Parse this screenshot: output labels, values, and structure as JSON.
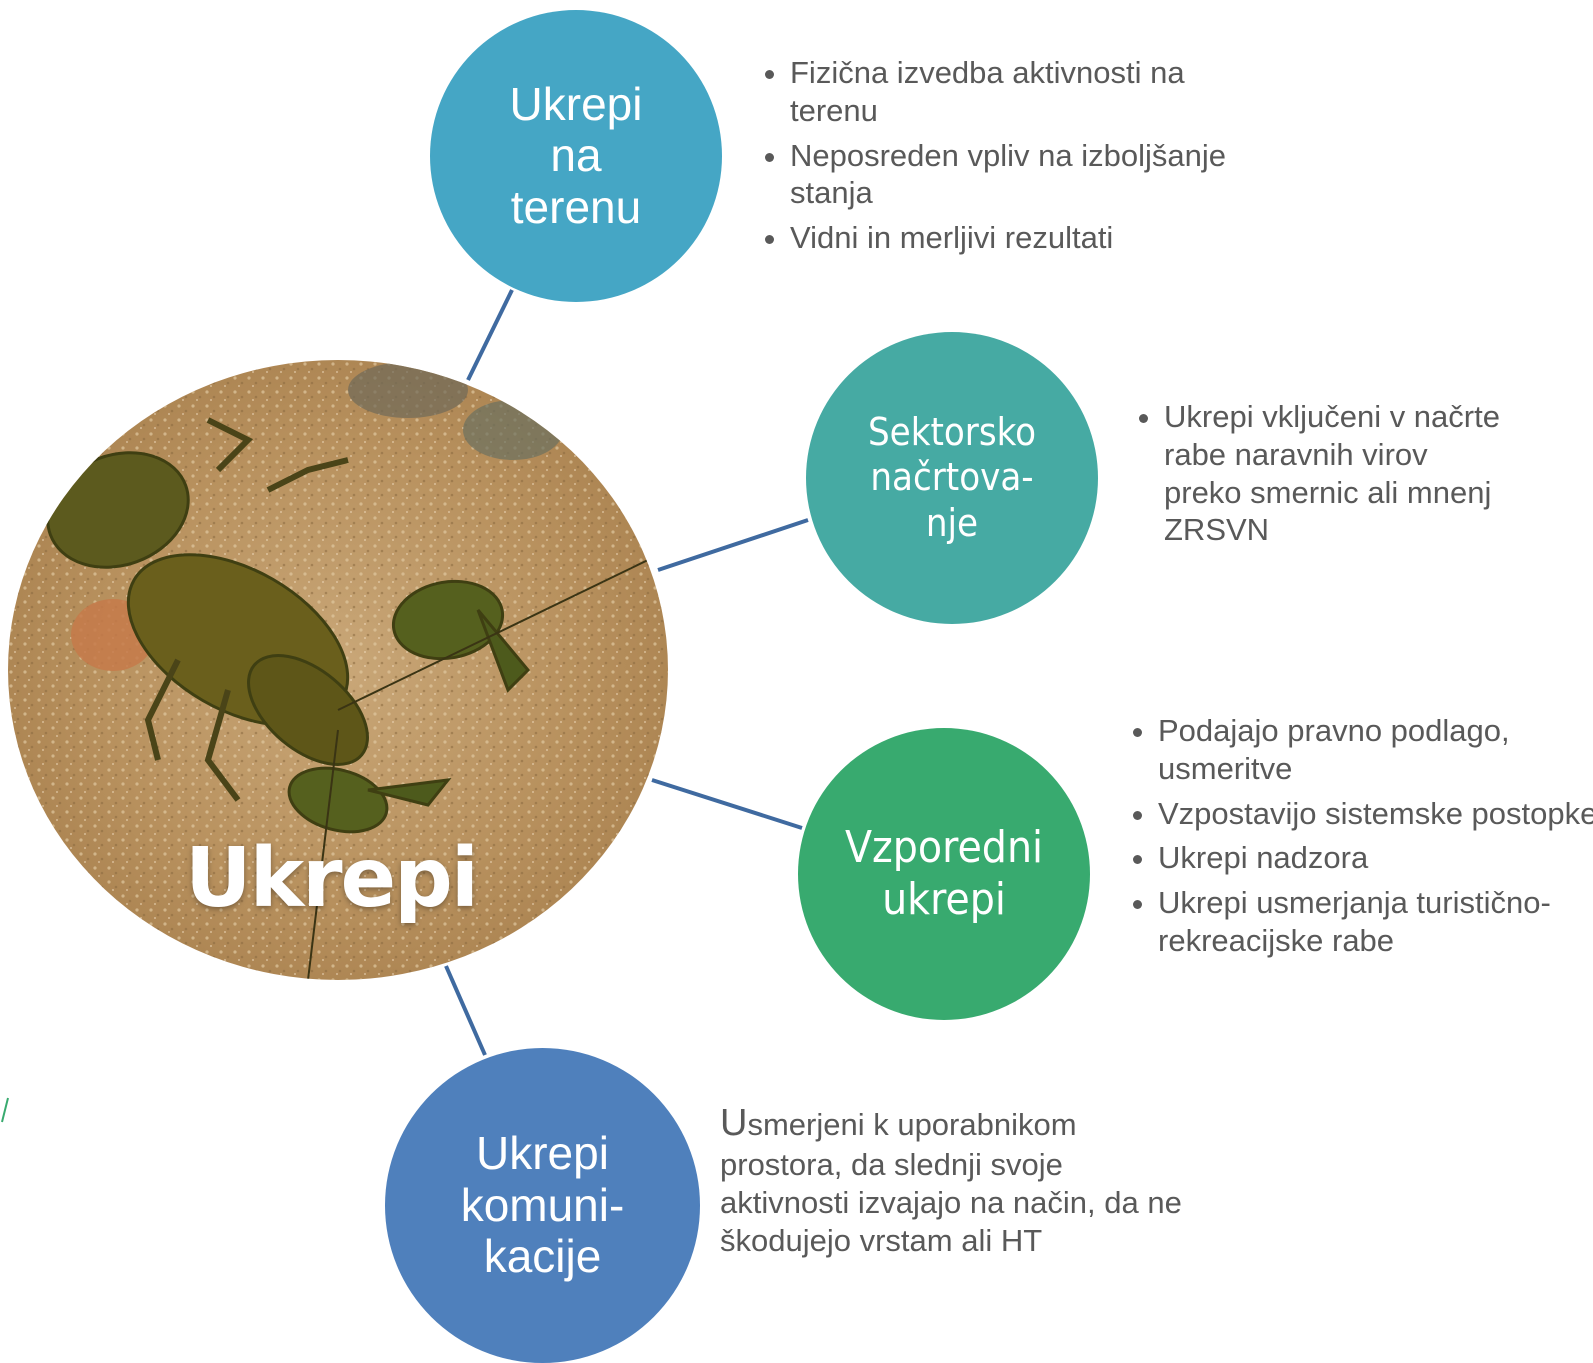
{
  "center": {
    "label": "Ukrepi",
    "image": "crayfish on sandy riverbed"
  },
  "nodes": [
    {
      "label": "Ukrepi\nna\nterenu",
      "color": "#45a6c5"
    },
    {
      "label": "Sektorsko\nnačrtova-\nnje",
      "color": "#46aaa3"
    },
    {
      "label": "Vzporedni\nukrepi",
      "color": "#38aa6f"
    },
    {
      "label": "Ukrepi\nkomuni-\nkacije",
      "color": "#4f80bc"
    }
  ],
  "details": {
    "ukrepi_na_terenu": [
      "Fizična izvedba aktivnosti na terenu",
      "Neposreden vpliv na izboljšanje stanja",
      "Vidni in merljivi rezultati"
    ],
    "sektorsko_nacrtovanje": [
      "Ukrepi vključeni v načrte\nrabe naravnih virov\npreko smernic ali mnenj\nZRSVN"
    ],
    "vzporedni_ukrepi": [
      "Podajajo pravno podlago, usmeritve",
      "Vzpostavijo sistemske postopke",
      "Ukrepi nadzora",
      "Ukrepi usmerjanja turistično-rekreacijske rabe"
    ],
    "ukrepi_komunikacije": {
      "first_letter": "U",
      "text": "smerjeni k uporabnikom prostora, da slednji svoje aktivnosti izvajajo na način, da ne škodujejo vrstam ali HT"
    }
  },
  "connector_color": "#3f6aa0"
}
